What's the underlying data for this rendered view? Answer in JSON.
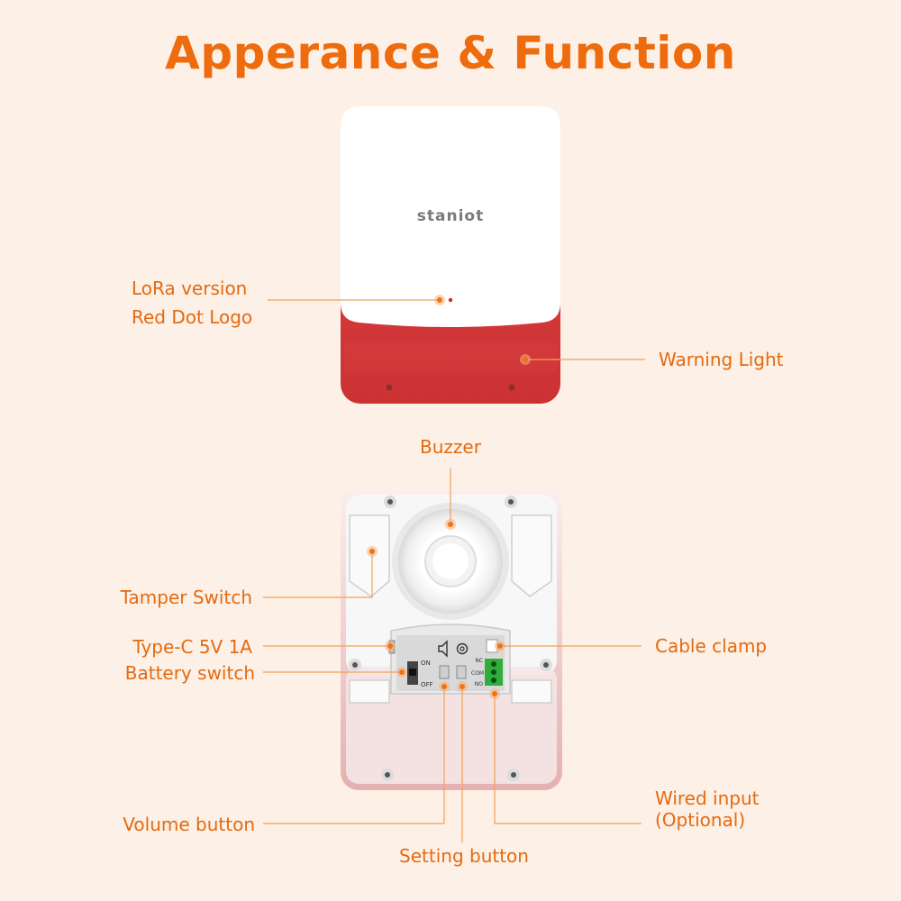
{
  "title": "Apperance & Function",
  "brand": "staniot",
  "colors": {
    "accent": "#ee6c0d",
    "label": "#e46a10",
    "background": "#fdf0e6",
    "red_cover": "#d8383a",
    "terminal_green": "#2fae3c"
  },
  "labels": {
    "lora_line1": "LoRa version",
    "lora_line2": "Red Dot Logo",
    "warning_light": "Warning Light",
    "buzzer": "Buzzer",
    "tamper_switch": "Tamper Switch",
    "type_c": "Type-C 5V 1A",
    "battery_switch": "Battery switch",
    "cable_clamp": "Cable clamp",
    "volume_button": "Volume button",
    "setting_button": "Setting button",
    "wired_input_line1": "Wired input",
    "wired_input_line2": "(Optional)"
  },
  "board": {
    "switch_on": "ON",
    "switch_off": "OFF",
    "terminal_nc": "NC",
    "terminal_com": "COM",
    "terminal_no": "NO"
  }
}
